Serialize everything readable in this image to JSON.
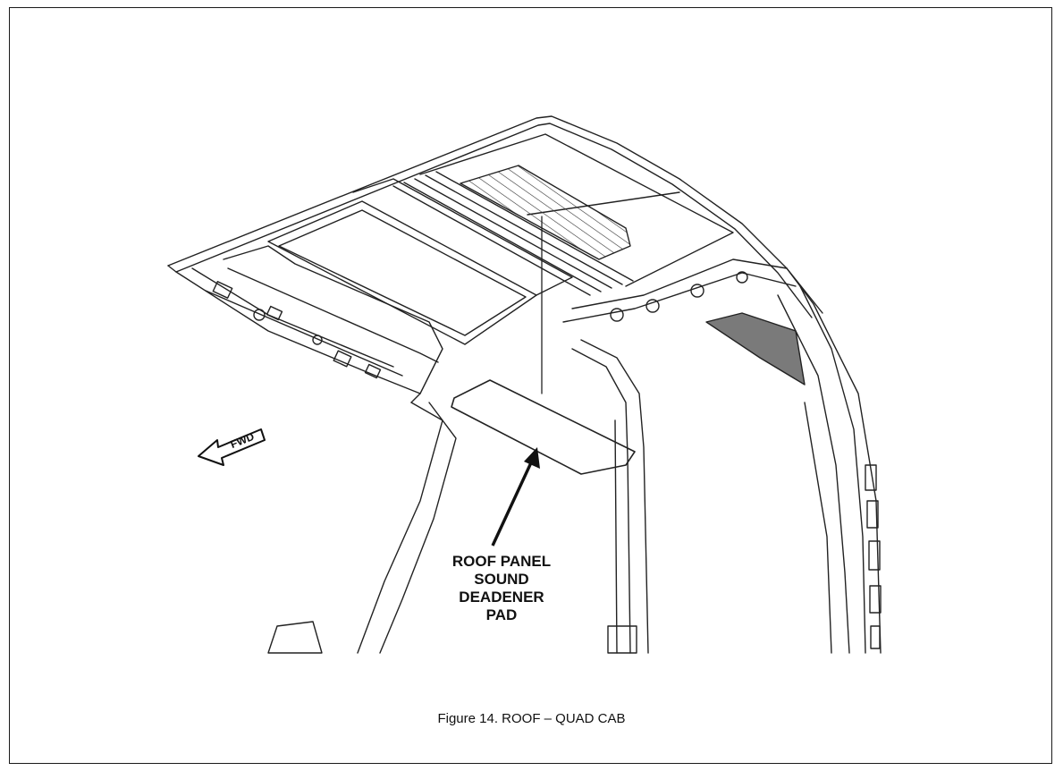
{
  "figure": {
    "caption": "Figure 14.  ROOF – QUAD CAB",
    "fwd_label": "FWD",
    "callout_lines": [
      "ROOF PANEL",
      "SOUND",
      "DEADENER",
      "PAD"
    ]
  },
  "colors": {
    "line": "#222222",
    "background": "#ffffff",
    "hatch": "#333333"
  }
}
